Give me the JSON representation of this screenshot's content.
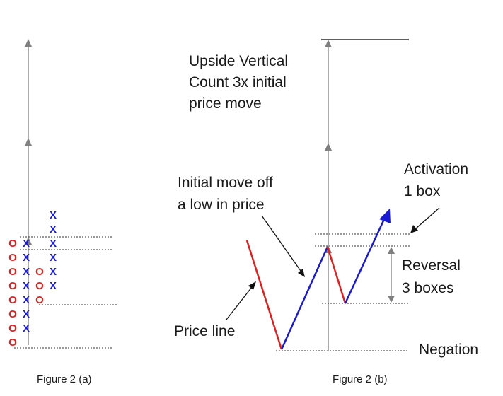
{
  "colors": {
    "axis": "#7f7f7f",
    "red": "#e02020",
    "blue": "#1a1ad0",
    "dotted": "#333333",
    "text": "#1a1a1a"
  },
  "figure_a": {
    "caption": "Figure 2 (a)",
    "columns": [
      {
        "symbol": "O",
        "color_key": "red",
        "count": 8
      },
      {
        "symbol": "X",
        "color_key": "blue",
        "count": 7
      },
      {
        "symbol": "O",
        "color_key": "red",
        "count": 3
      },
      {
        "symbol": "X",
        "color_key": "blue",
        "count": 6
      }
    ]
  },
  "figure_b": {
    "caption": "Figure 2 (b)",
    "labels": {
      "upside_vertical_count": [
        "Upside Vertical",
        "Count 3x initial",
        "price move"
      ],
      "initial_move": [
        "Initial move off",
        "a low in price"
      ],
      "activation": [
        "Activation",
        "1 box"
      ],
      "reversal": [
        "Reversal",
        "3 boxes"
      ],
      "price_line": "Price line",
      "negation": "Negation"
    }
  }
}
